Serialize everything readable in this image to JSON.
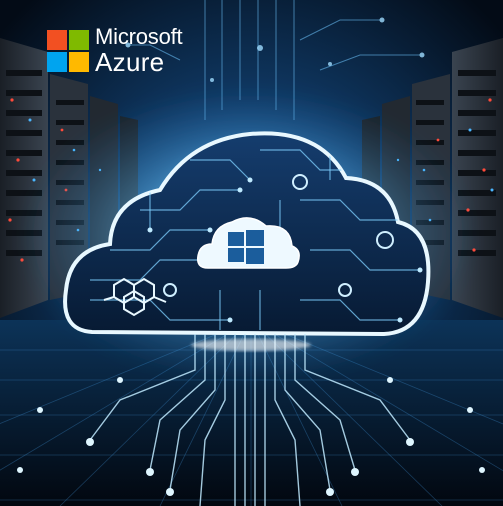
{
  "logo": {
    "line1": "Microsoft",
    "line2": "Azure",
    "squares": [
      "#f25022",
      "#7fba00",
      "#00a4ef",
      "#ffb900"
    ]
  },
  "colors": {
    "background": "#06121f",
    "glow": "#bfeaff",
    "circuit": "#7fd0ff",
    "cloud_fill": "#0b2a52",
    "server_led_red": "#ff4a3a",
    "server_led_blue": "#4ab6ff"
  },
  "icons": [
    "microsoft-logo",
    "windows-icon",
    "cloud-icon",
    "hexagon-network-icon",
    "server-rack-icon"
  ]
}
